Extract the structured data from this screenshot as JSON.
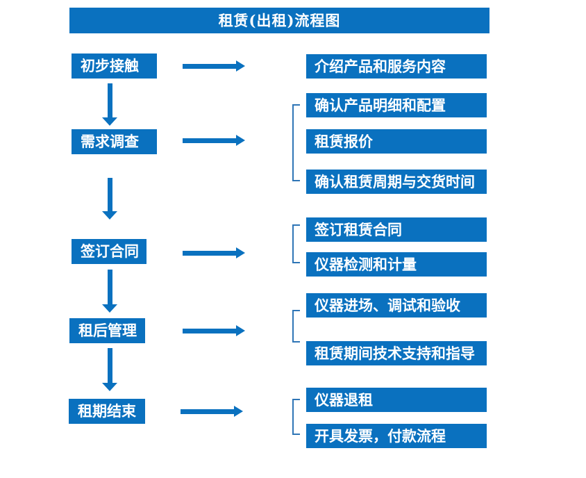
{
  "title": "租赁(出租)流程图",
  "colors": {
    "primary_blue": "#0a71bf",
    "bracket_blue": "#2e75b6",
    "text": "#ffffff",
    "background": "#ffffff"
  },
  "chart_data": {
    "type": "flowchart",
    "title": "租赁(出租)流程图",
    "direction": "top-to-bottom, each stage branching right to its outputs",
    "steps": [
      {
        "label": "初步接触",
        "targets": [
          "介绍产品和服务内容"
        ]
      },
      {
        "label": "需求调查",
        "targets": [
          "确认产品明细和配置",
          "租赁报价",
          "确认租赁周期与交货时间"
        ]
      },
      {
        "label": "签订合同",
        "targets": [
          "签订租赁合同",
          "仪器检测和计量"
        ]
      },
      {
        "label": "租后管理",
        "targets": [
          "仪器进场、调试和验收",
          "租赁期间技术支持和指导"
        ]
      },
      {
        "label": "租期结束",
        "targets": [
          "仪器退租",
          "开具发票，付款流程"
        ]
      }
    ]
  },
  "steps": [
    {
      "label": "初步接触",
      "targets": [
        "介绍产品和服务内容"
      ]
    },
    {
      "label": "需求调查",
      "targets": [
        "确认产品明细和配置",
        "租赁报价",
        "确认租赁周期与交货时间"
      ]
    },
    {
      "label": "签订合同",
      "targets": [
        "签订租赁合同",
        "仪器检测和计量"
      ]
    },
    {
      "label": "租后管理",
      "targets": [
        "仪器进场、调试和验收",
        "租赁期间技术支持和指导"
      ]
    },
    {
      "label": "租期结束",
      "targets": [
        "仪器退租",
        "开具发票，付款流程"
      ]
    }
  ]
}
